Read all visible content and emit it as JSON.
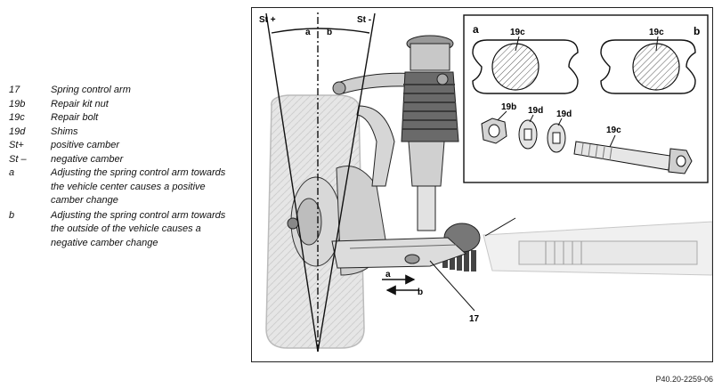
{
  "legend": [
    {
      "key": "17",
      "desc": "Spring control arm"
    },
    {
      "key": "19b",
      "desc": "Repair kit nut"
    },
    {
      "key": "19c",
      "desc": "Repair bolt"
    },
    {
      "key": "19d",
      "desc": "Shims"
    },
    {
      "key": "St+",
      "desc": "positive camber"
    },
    {
      "key": "St –",
      "desc": "negative camber"
    },
    {
      "key": "a",
      "desc": "Adjusting the spring control arm towards the vehicle center causes a  positive camber change"
    },
    {
      "key": "b",
      "desc": "Adjusting the spring control arm towards the outside of the vehicle causes a negative camber change"
    }
  ],
  "figure": {
    "st_plus": "St +",
    "st_minus": "St -",
    "angle_a": "a",
    "angle_b": "b",
    "arrow_a": "a",
    "arrow_b": "b",
    "part_17": "17",
    "inset": {
      "panel_a": "a",
      "panel_b": "b",
      "label_19c_a": "19c",
      "label_19c_b": "19c",
      "label_19b": "19b",
      "label_19d_1": "19d",
      "label_19d_2": "19d",
      "label_19c_bolt": "19c"
    }
  },
  "caption_id": "P40.20-2259-06"
}
